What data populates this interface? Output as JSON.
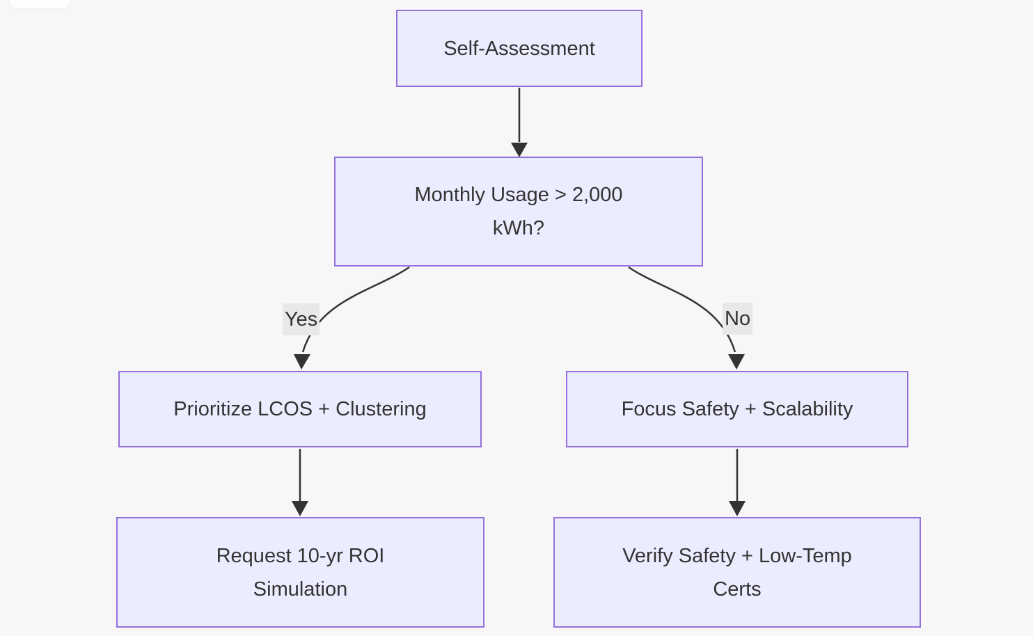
{
  "diagram": {
    "type": "flowchart",
    "direction": "top-down",
    "colors": {
      "background": "#f7f7f8",
      "node_fill": "#ececff",
      "node_border": "#9370db",
      "edge": "#333333",
      "text": "#333333",
      "edge_label_bg": "#e8e8e8"
    },
    "nodes": [
      {
        "id": "self-assessment",
        "lines": [
          "Self-Assessment"
        ]
      },
      {
        "id": "monthly-usage-decision",
        "lines": [
          "Monthly Usage > 2,000",
          "kWh?"
        ]
      },
      {
        "id": "prioritize-lcos",
        "lines": [
          "Prioritize LCOS + Clustering"
        ]
      },
      {
        "id": "focus-safety",
        "lines": [
          "Focus Safety + Scalability"
        ]
      },
      {
        "id": "request-roi-simulation",
        "lines": [
          "Request 10-yr ROI",
          "Simulation"
        ]
      },
      {
        "id": "verify-safety-certs",
        "lines": [
          "Verify Safety + Low-Temp",
          "Certs"
        ]
      }
    ],
    "edges": [
      {
        "from": "self-assessment",
        "to": "monthly-usage-decision",
        "label": ""
      },
      {
        "from": "monthly-usage-decision",
        "to": "prioritize-lcos",
        "label": "Yes"
      },
      {
        "from": "monthly-usage-decision",
        "to": "focus-safety",
        "label": "No"
      },
      {
        "from": "prioritize-lcos",
        "to": "request-roi-simulation",
        "label": ""
      },
      {
        "from": "focus-safety",
        "to": "verify-safety-certs",
        "label": ""
      }
    ]
  }
}
